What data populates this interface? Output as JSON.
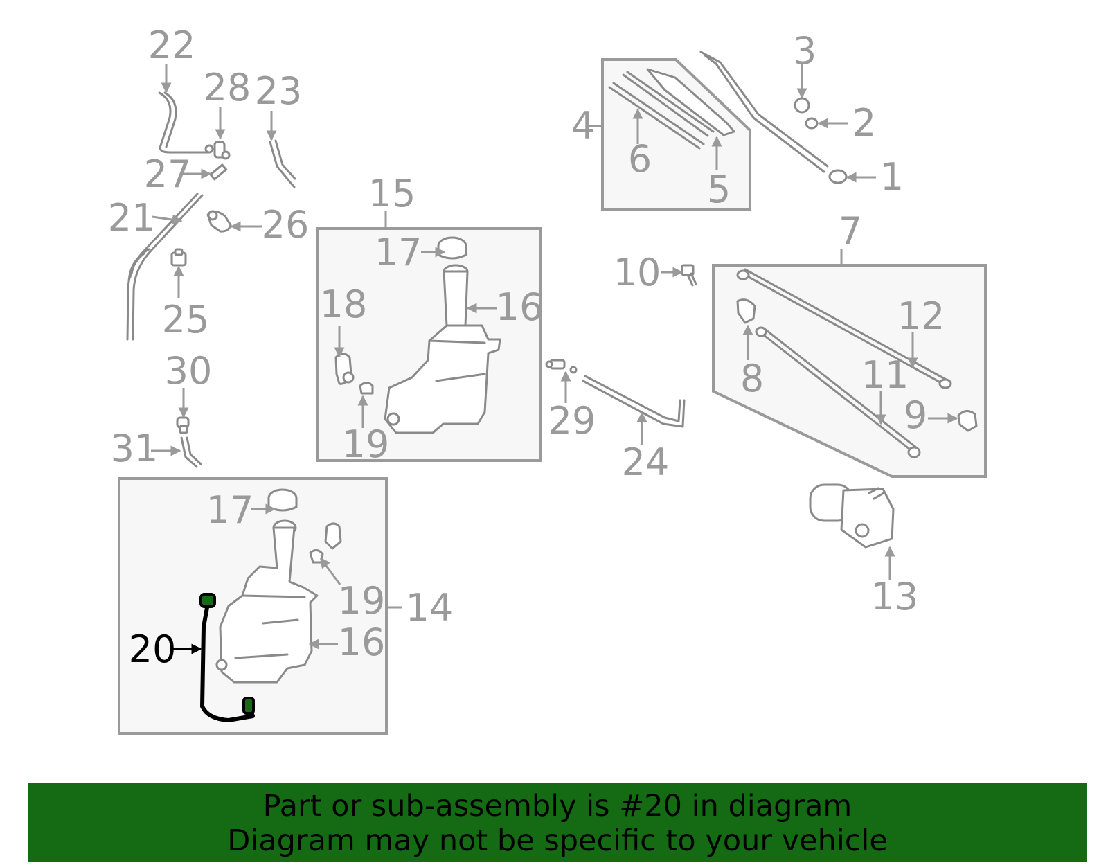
{
  "highlight_color": "#146b14",
  "highlight_part": "20",
  "banner": {
    "line1": "Part or sub-assembly is #20 in diagram",
    "line2": "Diagram may not be specific to your vehicle"
  },
  "callouts": {
    "c1": "1",
    "c2": "2",
    "c3": "3",
    "c4": "4",
    "c5": "5",
    "c6": "6",
    "c7": "7",
    "c8": "8",
    "c9": "9",
    "c10": "10",
    "c11": "11",
    "c12": "12",
    "c13": "13",
    "c14": "14",
    "c15": "15",
    "c16a": "16",
    "c16b": "16",
    "c17a": "17",
    "c17b": "17",
    "c18": "18",
    "c19a": "19",
    "c19b": "19",
    "c20": "20",
    "c21": "21",
    "c22": "22",
    "c23": "23",
    "c24": "24",
    "c25": "25",
    "c26": "26",
    "c27": "27",
    "c28": "28",
    "c29": "29",
    "c30": "30",
    "c31": "31"
  }
}
